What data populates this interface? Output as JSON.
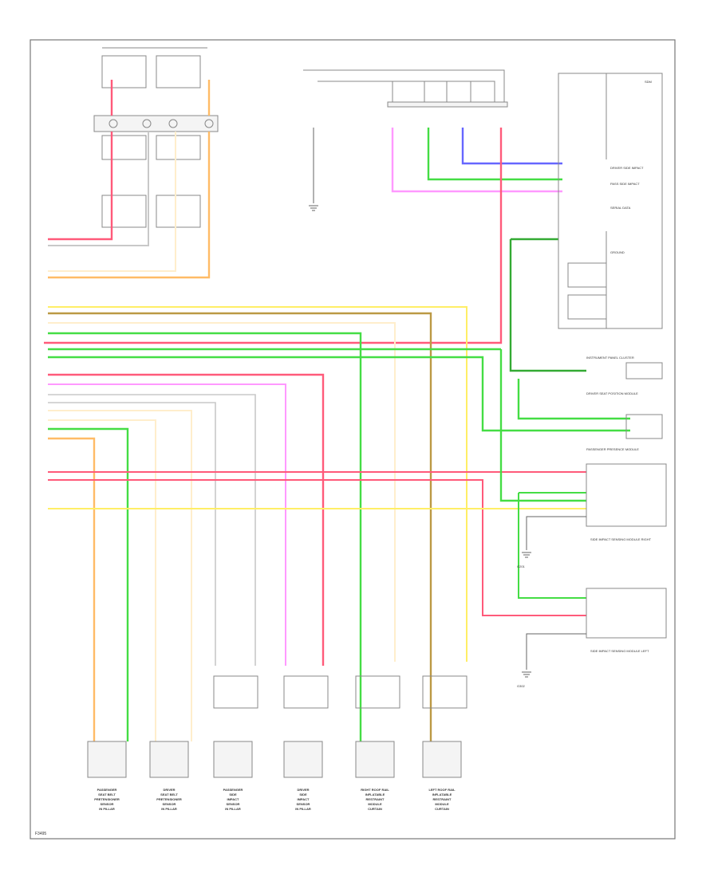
{
  "diagram_code": "F3495",
  "colors": {
    "red": "#ff5a7a",
    "pink": "#ff99ff",
    "green": "#44dd44",
    "yellow": "#ffee66",
    "orange": "#ffbb66",
    "tan": "#bb9944",
    "blue": "#6666ff",
    "gray": "#c8c8c8",
    "peach": "#ffcc99",
    "darkgreen": "#33aa33"
  },
  "components": [
    {
      "id": "pass-pretensioner-sensor",
      "lines": [
        "PASSENGER",
        "SEAT BELT",
        "PRETENSIONER",
        "SENSOR",
        "IN PILLAR"
      ]
    },
    {
      "id": "driver-pretensioner-sensor",
      "lines": [
        "DRIVER",
        "SEAT BELT",
        "PRETENSIONER",
        "SENSOR",
        "IN PILLAR"
      ]
    },
    {
      "id": "pass-side-impact-sensor",
      "lines": [
        "PASSENGER",
        "SIDE",
        "IMPACT",
        "SENSOR",
        "IN PILLAR"
      ]
    },
    {
      "id": "driver-side-impact-sensor",
      "lines": [
        "DRIVER",
        "SIDE",
        "IMPACT",
        "SENSOR",
        "IN PILLAR"
      ]
    },
    {
      "id": "right-curtain-module",
      "lines": [
        "RIGHT ROOF RAIL",
        "INFLATABLE",
        "RESTRAINT",
        "MODULE",
        "CURTAIN"
      ]
    },
    {
      "id": "left-curtain-module",
      "lines": [
        "LEFT ROOF RAIL",
        "INFLATABLE",
        "RESTRAINT",
        "MODULE",
        "CURTAIN"
      ]
    }
  ],
  "right_blocks": [
    {
      "id": "instrument-cluster",
      "text": "INSTRUMENT PANEL CLUSTER"
    },
    {
      "id": "driver-seat-module",
      "text": "DRIVER SEAT POSITION MODULE"
    },
    {
      "id": "pass-seat-module",
      "text": "PASSENGER PRESENCE MODULE"
    },
    {
      "id": "side-impact-module-r",
      "text": "SIDE IMPACT SENSING MODULE RIGHT"
    },
    {
      "id": "side-impact-module-l",
      "text": "SIDE IMPACT SENSING MODULE LEFT"
    }
  ],
  "sdm_labels": [
    "SDM",
    "DRIVER SIDE IMPACT",
    "PASS SIDE IMPACT",
    "SERIAL DATA",
    "GROUND"
  ],
  "ground_labels": [
    "G201",
    "G302"
  ]
}
